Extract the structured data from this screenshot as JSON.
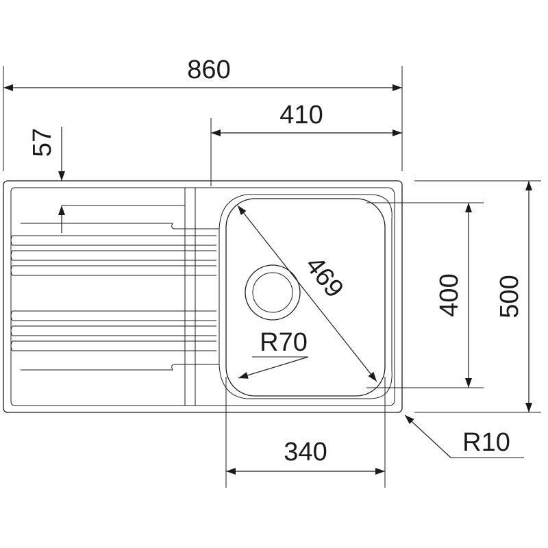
{
  "dimensions": {
    "overall_width": "860",
    "drainer_offset": "410",
    "edge_offset": "57",
    "bowl_diagonal": "469",
    "inner_radius": "R70",
    "bowl_width": "340",
    "bowl_depth": "400",
    "overall_depth": "500",
    "outer_radius": "R10"
  }
}
